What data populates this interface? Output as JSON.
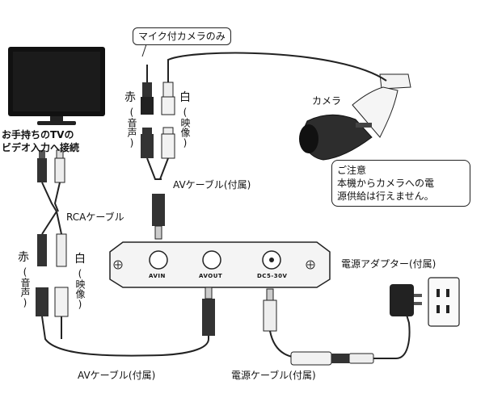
{
  "labels": {
    "mic_camera_only": "マイク付カメラのみ",
    "camera": "カメラ",
    "tv_line1": "お手持ちのTVの",
    "tv_line2": "ビデオ入力へ接続",
    "red_audio_top": "赤",
    "red_audio_top_paren": "(音声)",
    "white_video_top": "白",
    "white_video_top_paren": "(映像)",
    "av_cable_top": "AVケーブル(付属)",
    "rca_cable": "RCAケーブル",
    "red_audio_bottom": "赤",
    "red_audio_bottom_paren": "(音声)",
    "white_video_bottom": "白",
    "white_video_bottom_paren": "(映像)",
    "av_cable_bottom": "AVケーブル(付属)",
    "power_cable": "電源ケーブル(付属)",
    "power_adapter": "電源アダプター(付属)",
    "port_avin": "AVIN",
    "port_avout": "AVOUT",
    "port_dc": "DC5-30V",
    "note_title": "ご注意",
    "note_line1": "本機からカメラへの電",
    "note_line2": "源供給は行えません。"
  },
  "colors": {
    "line": "#222222",
    "plug_dark": "#333333",
    "plug_light": "#eeeeee",
    "box_fill": "#f4f4f4"
  }
}
